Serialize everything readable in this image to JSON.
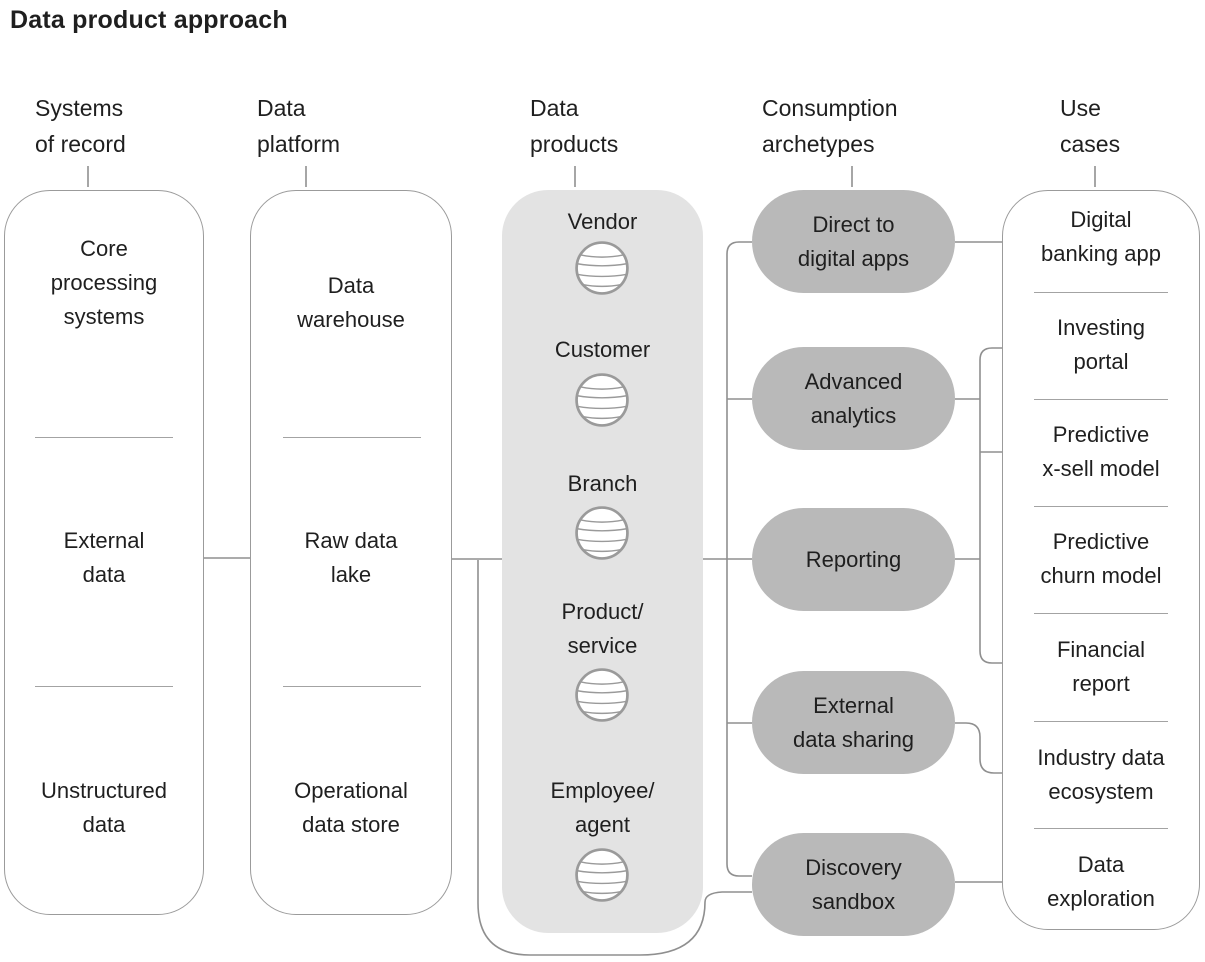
{
  "title": "Data product approach",
  "colors": {
    "text": "#1f1f1f",
    "connector_line": "#8f8f8f",
    "panel_border": "#9b9b9b",
    "panel_fill": "#ffffff",
    "data_products_fill": "#e3e3e3",
    "archetype_bubble_fill": "#b9b9b9",
    "separator": "#a3a3a3"
  },
  "columns": [
    {
      "id": "systems-of-record",
      "header": "Systems\nof record",
      "style": "outlined",
      "items": [
        "Core\nprocessing\nsystems",
        "External\ndata",
        "Unstructured\ndata"
      ]
    },
    {
      "id": "data-platform",
      "header": "Data\nplatform",
      "style": "outlined",
      "items": [
        "Data\nwarehouse",
        "Raw data\nlake",
        "Operational\ndata store"
      ]
    },
    {
      "id": "data-products",
      "header": "Data\nproducts",
      "style": "filled",
      "icon": "data-sphere-icon",
      "items": [
        "Vendor",
        "Customer",
        "Branch",
        "Product/\nservice",
        "Employee/\nagent"
      ]
    },
    {
      "id": "consumption-archetypes",
      "header": "Consumption\narchetypes",
      "style": "bubbles",
      "items": [
        "Direct to\ndigital apps",
        "Advanced\nanalytics",
        "Reporting",
        "External\ndata sharing",
        "Discovery\nsandbox"
      ]
    },
    {
      "id": "use-cases",
      "header": "Use\ncases",
      "style": "outlined",
      "items": [
        "Digital\nbanking app",
        "Investing\nportal",
        "Predictive\nx-sell model",
        "Predictive\nchurn model",
        "Financial\nreport",
        "Industry data\necosystem",
        "Data\nexploration"
      ]
    }
  ],
  "links": [
    {
      "from": "Systems of record",
      "to": "Data platform"
    },
    {
      "from": "Data platform",
      "to": "Data products"
    },
    {
      "from": "Data products",
      "to": "Direct to digital apps"
    },
    {
      "from": "Data products",
      "to": "Advanced analytics"
    },
    {
      "from": "Data products",
      "to": "Reporting"
    },
    {
      "from": "Data products",
      "to": "External data sharing"
    },
    {
      "from": "Data products",
      "to": "Discovery sandbox"
    },
    {
      "from": "Data platform",
      "to": "Discovery sandbox (bypass under data products)"
    },
    {
      "from": "Direct to digital apps",
      "to": "Digital banking app"
    },
    {
      "from": "Advanced analytics",
      "to": "Investing portal"
    },
    {
      "from": "Advanced analytics",
      "to": "Predictive x-sell model"
    },
    {
      "from": "Reporting",
      "to": "Financial report"
    },
    {
      "from": "External data sharing",
      "to": "Industry data ecosystem"
    },
    {
      "from": "Discovery sandbox",
      "to": "Data exploration"
    }
  ]
}
